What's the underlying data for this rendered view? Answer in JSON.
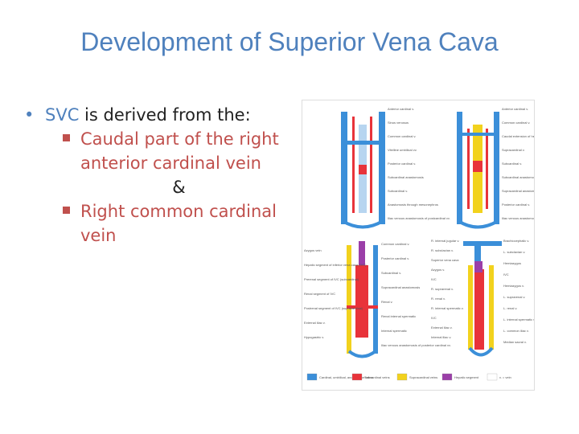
{
  "slide": {
    "title": "Development of Superior Vena Cava",
    "bullet": {
      "prefix": "SVC",
      "text": " is derived from the:"
    },
    "sub_items": [
      "Caudal part of the right anterior cardinal vein",
      "Right common cardinal vein"
    ],
    "separator": "&"
  },
  "figure": {
    "top_left_labels": [
      "Anterior cardinal v.",
      "Sinus venosus",
      "Common cardinal v.",
      "Vitelline umbilical vv.",
      "Posterior cardinal v.",
      "Subcardinal anastomosis",
      "Subcardinal v.",
      "Anastomosis through mesonephros",
      "Iliac venous anastomosis of postcardinal vv."
    ],
    "top_right_labels": [
      "Anterior cardinal v.",
      "Common cardinal v.",
      "Caudal extension of hepatic segment of IVC",
      "Supracardinal v.",
      "Subcardinal v.",
      "Subcardinal anastomosis",
      "Supracardinal anastomosis",
      "Posterior cardinal v.",
      "Iliac venous anastomosis of posterior cardinal vv."
    ],
    "bottom_left_labels": [
      "Azygos vein",
      "Hepatic segment of inferior vena cava (IVC)",
      "Prerenal segment of IVC (subcardinal)",
      "Renal segment of IVC",
      "Postrenal segment of IVC (supracardinal)",
      "External iliac v.",
      "Hypogastric v."
    ],
    "bottom_mid_labels": [
      "Common cardinal v.",
      "Posterior cardinal v.",
      "Subcardinal v.",
      "Supracardinal anastomosis",
      "Renal v.",
      "Renal internal spermatic",
      "Internal spermatic",
      "Iliac venous anastomosis of posterior cardinal vv."
    ],
    "bottom_right_labels": [
      "Brachiocephalic v.",
      "L. subclavian v.",
      "Hemiazygos",
      "IVC",
      "Hemiazygos v.",
      "L. suprarenal v.",
      "L. renal v.",
      "L. internal spermatic v. or ovarian v.",
      "L. common iliac v.",
      "Median sacral v."
    ],
    "right_column_labels": [
      "R. internal jugular v.",
      "R. subclavian v.",
      "Superior vena cava",
      "Azygos v.",
      "IVC",
      "R. suprarenal v.",
      "R. renal v.",
      "R. internal spermatic v.",
      "IVC",
      "External iliac v.",
      "Internal iliac v."
    ],
    "legend": [
      {
        "label": "Cardinal, umbilical, and vitelline veins",
        "color": "#3b8fd9"
      },
      {
        "label": "Subcardinal veins",
        "color": "#e8333a"
      },
      {
        "label": "Supracardinal veins",
        "color": "#f2d21d"
      },
      {
        "label": "Hepatic segment",
        "color": "#9b3fa8"
      },
      {
        "label": "v. = vein",
        "color": "#ffffff"
      }
    ]
  }
}
